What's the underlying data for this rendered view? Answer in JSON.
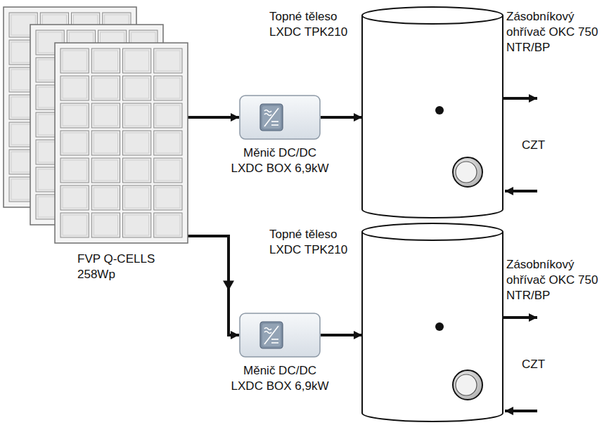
{
  "diagram": {
    "nodes": [
      {
        "text": [
          "FVP Q-CELLS 258Wp"
        ]
      },
      {
        "text": [
          "Měnič DC/DC LXDC BOX 6,9kW"
        ]
      },
      {
        "text": [
          "Topné těleso LXDC TPK210",
          "Zásobníkový ohřívač OKC 750 NTR/BP"
        ]
      },
      {
        "text": [
          "Měnič DC/DC LXDC BOX 6,9kW"
        ]
      },
      {
        "text": [
          "Topné těleso LXDC TPK210",
          "Zásobníkový ohřívač OKC 750 NTR/BP"
        ]
      }
    ],
    "edges": [
      {
        "from": 0,
        "to": 1,
        "arrow": "to"
      },
      {
        "from": 1,
        "to": 2,
        "arrow": "to"
      },
      {
        "from": 0,
        "to": 3,
        "arrow": "to"
      },
      {
        "from": 3,
        "to": 4,
        "arrow": "to"
      }
    ],
    "labels": [
      "CZT",
      "CZT"
    ]
  }
}
